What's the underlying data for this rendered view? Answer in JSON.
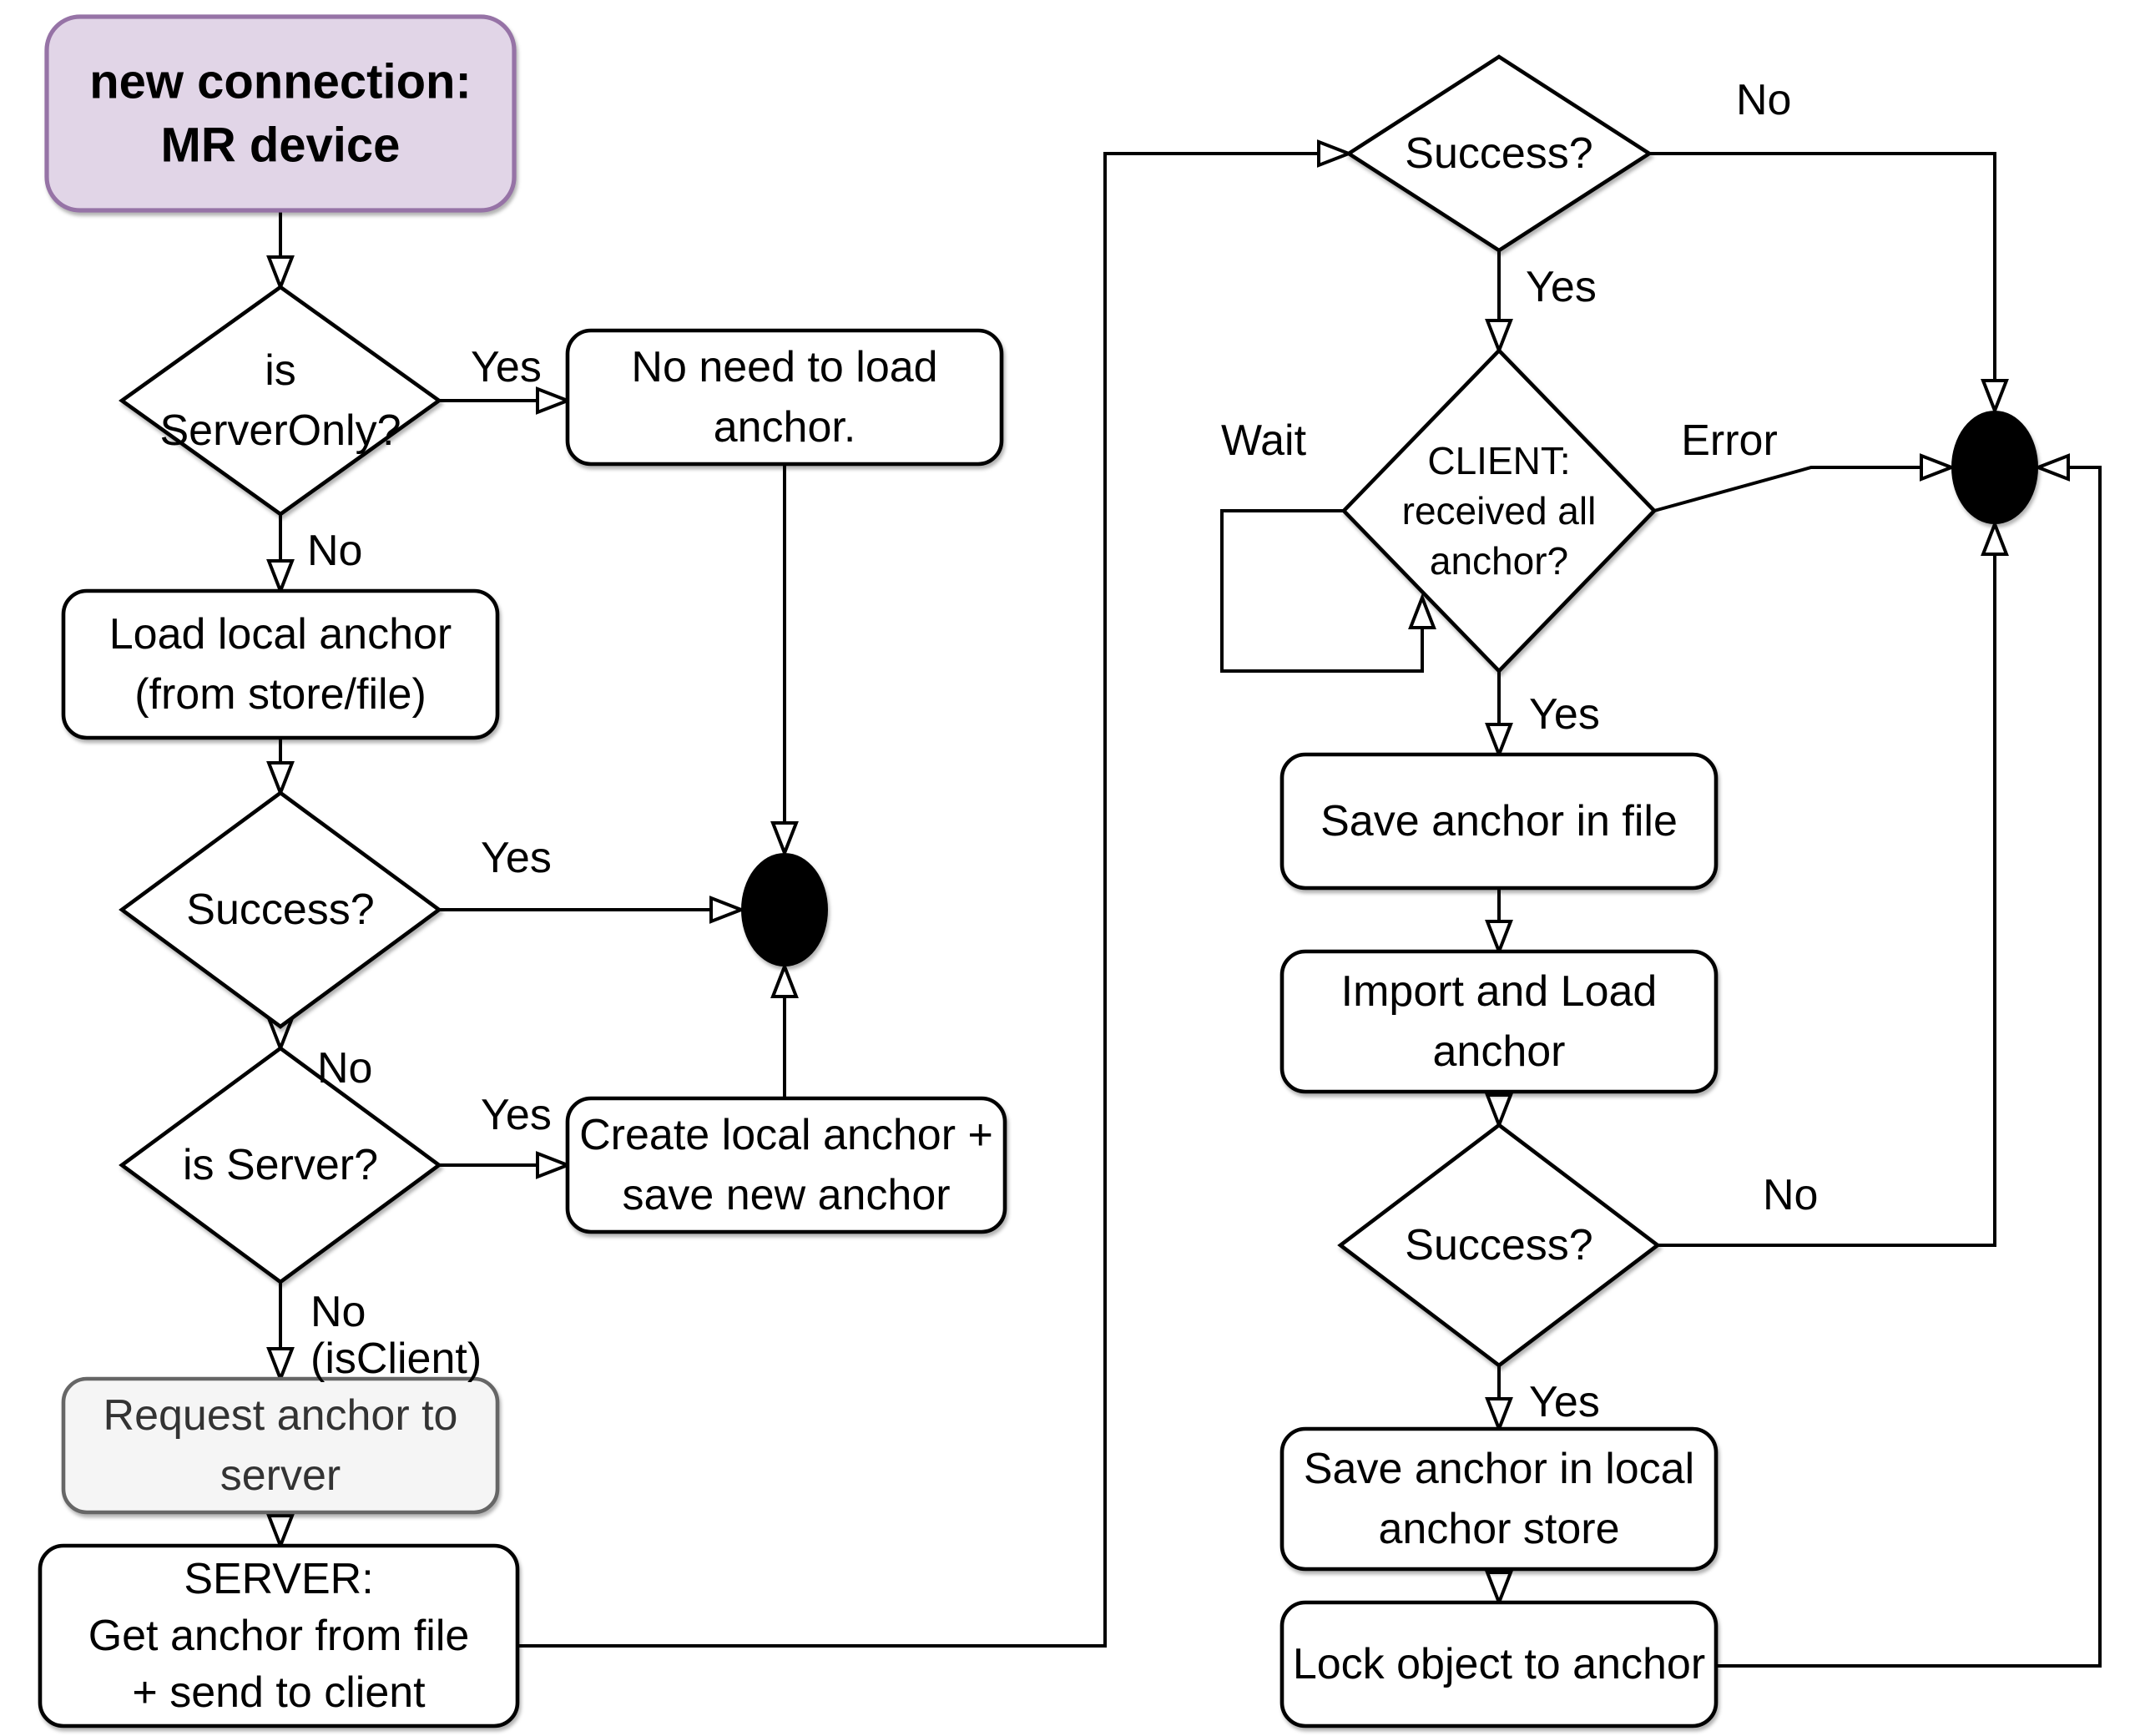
{
  "diagram": {
    "background_color": "#ffffff",
    "colors": {
      "start_fill": "#e1d5e7",
      "start_stroke": "#9673a6",
      "process_fill": "#ffffff",
      "process_stroke": "#000000",
      "gray_fill": "#f5f5f5",
      "gray_stroke": "#666666",
      "gray_text": "#333333",
      "line": "#000000",
      "merge_fill": "#000000"
    },
    "nodes": {
      "start": {
        "lines": [
          "new connection:",
          "MR device"
        ]
      },
      "is_server_only": {
        "lines": [
          "is",
          "ServerOnly?"
        ]
      },
      "no_need_load": {
        "lines": [
          "No need to load",
          "anchor."
        ]
      },
      "load_local_anchor": {
        "lines": [
          "Load local anchor",
          "(from store/file)"
        ]
      },
      "success_load": {
        "lines": [
          "Success?"
        ]
      },
      "is_server": {
        "lines": [
          "is Server?"
        ]
      },
      "create_local_anchor": {
        "lines": [
          "Create local anchor +",
          "save new anchor"
        ]
      },
      "request_anchor": {
        "lines": [
          "Request anchor to",
          "server"
        ]
      },
      "server_get_anchor": {
        "lines": [
          "SERVER:",
          "Get anchor from file",
          "+ send to client"
        ]
      },
      "success_server": {
        "lines": [
          "Success?"
        ]
      },
      "client_received": {
        "lines": [
          "CLIENT:",
          "received all",
          "anchor?"
        ]
      },
      "save_anchor_file": {
        "lines": [
          "Save anchor in file"
        ]
      },
      "import_load_anchor": {
        "lines": [
          "Import and Load",
          "anchor"
        ]
      },
      "success_import": {
        "lines": [
          "Success?"
        ]
      },
      "save_anchor_store": {
        "lines": [
          "Save anchor in local",
          "anchor store"
        ]
      },
      "lock_object": {
        "lines": [
          "Lock object to anchor"
        ]
      }
    },
    "labels": {
      "d1_yes": "Yes",
      "d1_no": "No",
      "d2_yes": "Yes",
      "d2_no": "No",
      "d3_yes": "Yes",
      "d3_no": "No",
      "d3_isclient": "(isClient)",
      "d4_no": "No",
      "d4_yes": "Yes",
      "d5_wait": "Wait",
      "d5_error": "Error",
      "d5_yes": "Yes",
      "d6_no": "No",
      "d6_yes": "Yes"
    }
  }
}
